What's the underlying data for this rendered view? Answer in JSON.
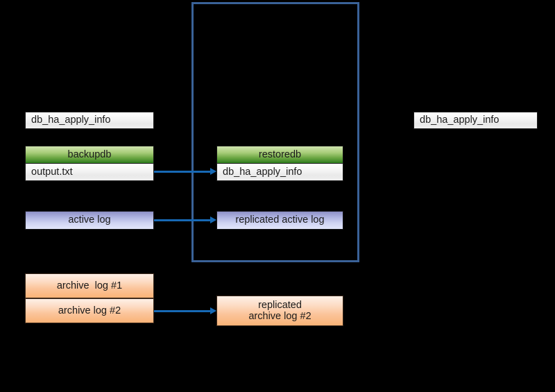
{
  "diagram": {
    "background_color": "#000000",
    "container": {
      "name": "replication-target-container",
      "border_color": "#3a6298"
    },
    "colors": {
      "arrow": "#1769b5",
      "green_header": "#2f7d1f",
      "blue_log": "#aeb3e0",
      "orange_log": "#f9b377",
      "gray_box": "#efefef"
    },
    "nodes": {
      "source_table": {
        "label": "db_ha_apply_info"
      },
      "backupdb_header": {
        "label": "backupdb"
      },
      "backupdb_output": {
        "label": "output.txt"
      },
      "active_log": {
        "label": "active log"
      },
      "archive_log_1": {
        "label": "archive  log #1"
      },
      "archive_log_2": {
        "label": "archive log #2"
      },
      "restoredb_header": {
        "label": "restoredb"
      },
      "restoredb_table": {
        "label": "db_ha_apply_info"
      },
      "replicated_active_log": {
        "label": "replicated active log"
      },
      "replicated_archive_log_2_line1": {
        "label": "replicated"
      },
      "replicated_archive_log_2_line2": {
        "label": "archive log #2"
      },
      "target_table": {
        "label": "db_ha_apply_info"
      }
    },
    "arrows": [
      {
        "name": "arrow-output-to-restoredb-table"
      },
      {
        "name": "arrow-active-log-to-replicated-active-log"
      },
      {
        "name": "arrow-archive-log-2-to-replicated-archive-log-2"
      }
    ]
  }
}
